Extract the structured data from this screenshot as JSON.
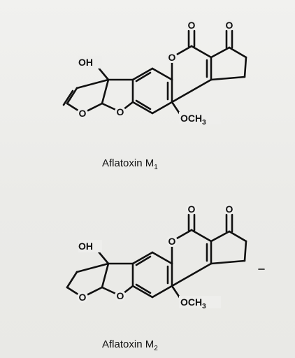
{
  "molecules": [
    {
      "caption": "Aflatoxin M",
      "caption_subscript": "1",
      "atoms": {
        "hydroxyl": "OH",
        "ring_oxygen": "O",
        "methoxy_prefix": "OCH",
        "methoxy_subscript": "3"
      }
    },
    {
      "caption": "Aflatoxin M",
      "caption_subscript": "2",
      "atoms": {
        "hydroxyl": "OH",
        "ring_oxygen": "O",
        "methoxy_prefix": "OCH",
        "methoxy_subscript": "3"
      }
    }
  ],
  "colors": {
    "ink": "#111111",
    "background": "#eeeeec"
  }
}
